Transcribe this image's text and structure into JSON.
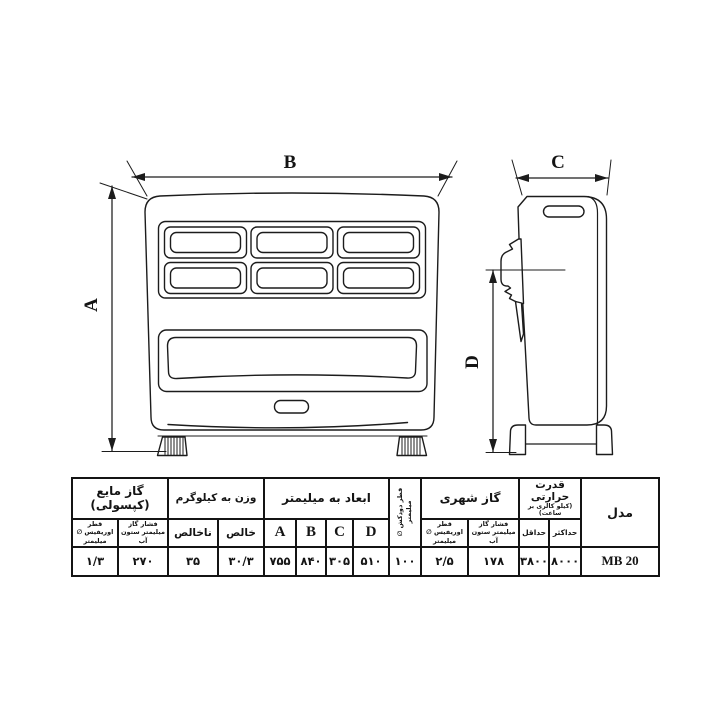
{
  "colors": {
    "accent_red": "#e01217",
    "line": "#1c1c1c"
  },
  "drawing": {
    "front_view": {
      "dim_width_label": "B",
      "dim_height_label": "A"
    },
    "side_view": {
      "dim_depth_label": "C",
      "dim_flue_height_label": "D"
    }
  },
  "table": {
    "model": {
      "label": "مدل",
      "value": "MB 20"
    },
    "heat": {
      "label": "قدرت حرارتی",
      "sublabel": "(کیلو کالری بر ساعت)",
      "max_label": "حداکثر",
      "min_label": "حداقل",
      "max": "۸۰۰۰",
      "min": "۳۸۰۰"
    },
    "city_gas": {
      "label": "گاز شهری",
      "pressure_label": "فشار گاز",
      "pressure_unit": "میلیمتر ستون آب",
      "orifice_label": "قطر اوریفیس ∅",
      "orifice_unit": "میلیمتر",
      "pressure": "۱۷۸",
      "orifice": "۲/۵"
    },
    "flue": {
      "label_line1": "قطر دودکش ∅",
      "label_line2": "میلیمتر",
      "value": "۱۰۰"
    },
    "dims": {
      "label": "ابعاد به میلیمتر",
      "a_label": "A",
      "b_label": "B",
      "c_label": "C",
      "d_label": "D",
      "a": "۷۵۵",
      "b": "۸۴۰",
      "c": "۳۰۵",
      "d": "۵۱۰"
    },
    "weight": {
      "label": "وزن به کیلوگرم",
      "net_label": "خالص",
      "gross_label": "ناخالص",
      "net": "۳۰/۳",
      "gross": "۳۵"
    },
    "lpg": {
      "label": "گاز مایع (کپسولی)",
      "pressure_label": "فشار گاز",
      "pressure_unit": "میلیمتر ستون آب",
      "orifice_label": "قطر اوریفیس ∅",
      "orifice_unit": "میلیمتر",
      "pressure": "۲۷۰",
      "orifice": "۱/۳"
    }
  }
}
